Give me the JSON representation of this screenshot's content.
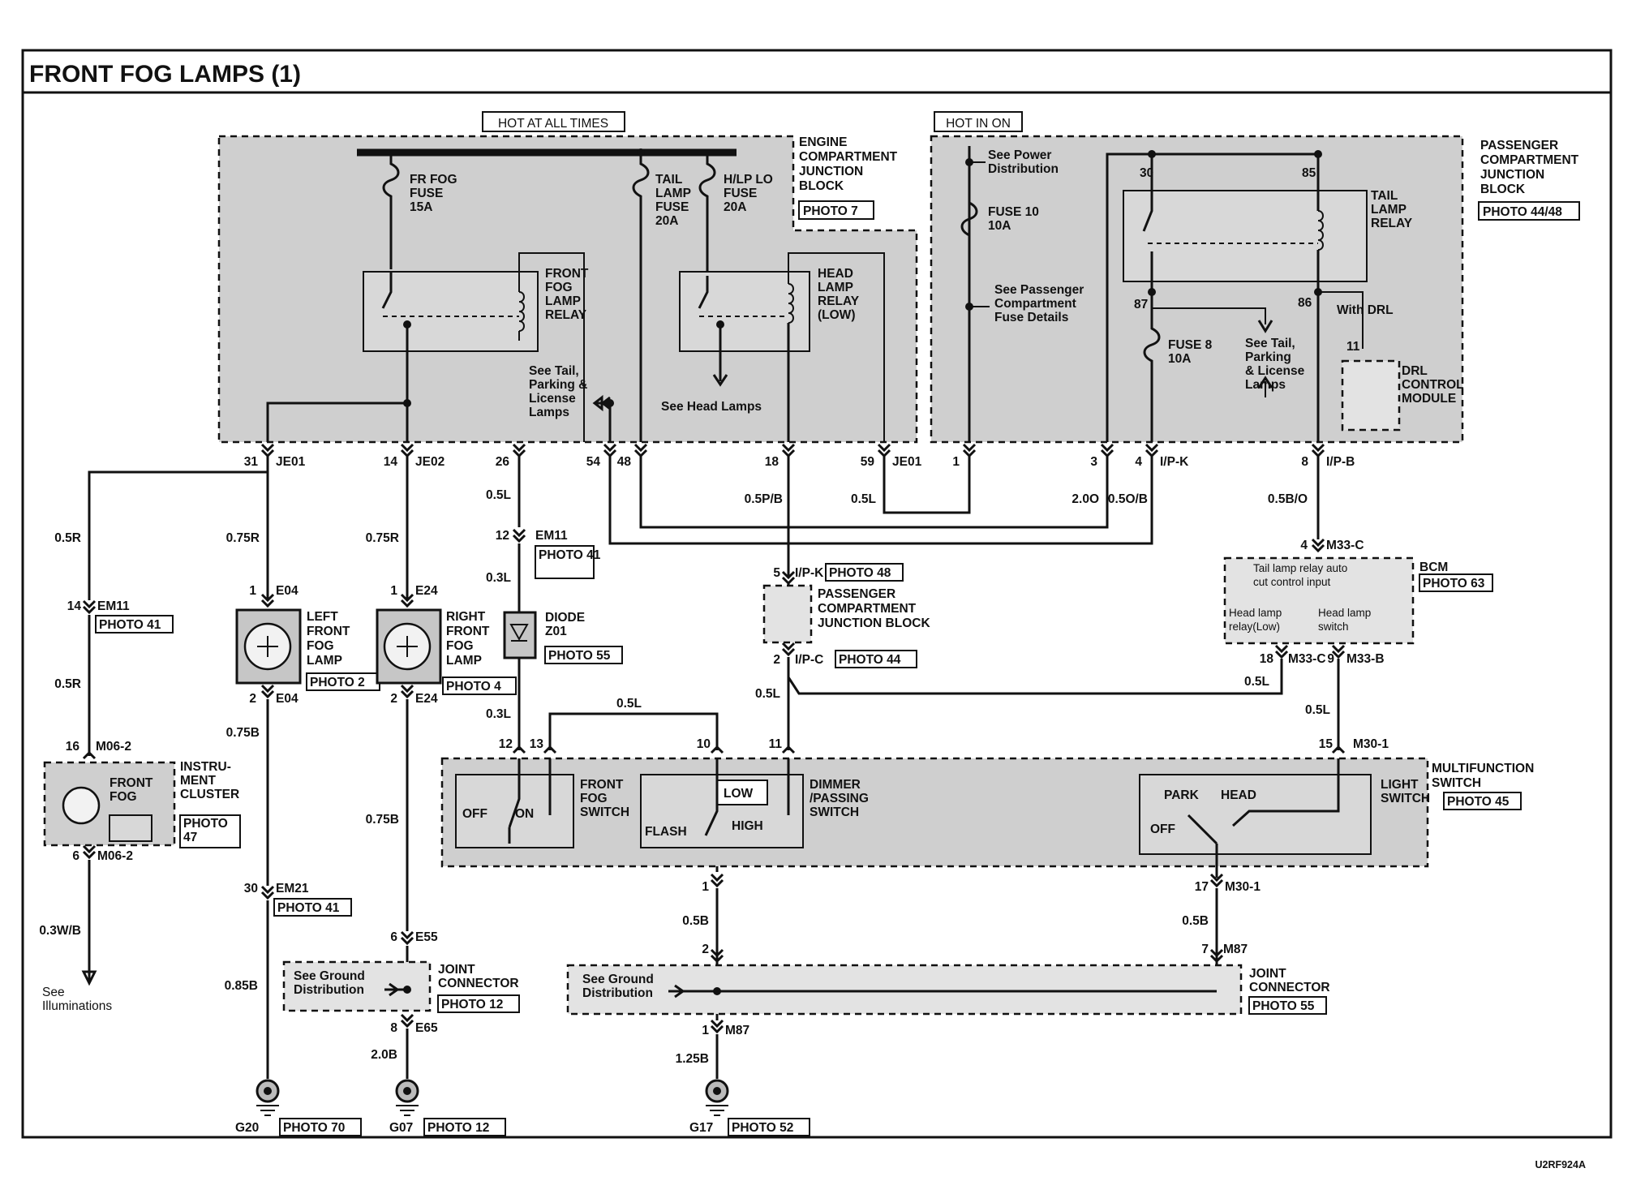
{
  "title": "FRONT FOG LAMPS (1)",
  "code": "U2RF924A",
  "supply": {
    "hot_all_times": "HOT AT ALL TIMES",
    "hot_in_on": "HOT IN ON"
  },
  "engine_jb": {
    "label": [
      "ENGINE",
      "COMPARTMENT",
      "JUNCTION",
      "BLOCK"
    ],
    "photo": "PHOTO 7",
    "fuses": [
      {
        "name": [
          "FR FOG",
          "FUSE",
          "15A"
        ]
      },
      {
        "name": [
          "TAIL",
          "LAMP",
          "FUSE",
          "20A"
        ]
      },
      {
        "name": [
          "H/LP LO",
          "FUSE",
          "20A"
        ]
      }
    ],
    "fog_relay": [
      "FRONT",
      "FOG",
      "LAMP",
      "RELAY"
    ],
    "head_relay": [
      "HEAD",
      "LAMP",
      "RELAY",
      "(LOW)"
    ],
    "see_tail": [
      "See Tail,",
      "Parking &",
      "License",
      "Lamps"
    ],
    "see_head": "See Head Lamps"
  },
  "pass_jb": {
    "label": [
      "PASSENGER",
      "COMPARTMENT",
      "JUNCTION",
      "BLOCK"
    ],
    "photo": "PHOTO 44/48",
    "see_power": [
      "See Power",
      "Distribution"
    ],
    "fuse10": [
      "FUSE 10",
      "10A"
    ],
    "see_pass_fuse": [
      "See Passenger",
      "Compartment",
      "Fuse Details"
    ],
    "tail_relay": [
      "TAIL",
      "LAMP",
      "RELAY"
    ],
    "fuse8": [
      "FUSE 8",
      "10A"
    ],
    "see_tail2": [
      "See Tail,",
      "Parking",
      "& License",
      "Lamps"
    ],
    "with_drl": "With DRL",
    "drl": [
      "DRL",
      "CONTROL",
      "MODULE"
    ],
    "pins": [
      "30",
      "85",
      "87",
      "86",
      "11"
    ]
  },
  "connectors": {
    "je01_31": "31",
    "je01_a": "JE01",
    "je02_14": "14",
    "je02": "JE02",
    "p26": "26",
    "p54": "54",
    "p48": "48",
    "p18": "18",
    "p59": "59",
    "je01_b": "JE01",
    "p1": "1",
    "p3": "3",
    "p4": "4",
    "ipk": "I/P-K",
    "p8": "8",
    "ipb": "I/P-B",
    "em11_12": "12",
    "em11": "EM11",
    "ipk5": "5",
    "ipk5_lbl": "I/P-K",
    "ipk5_photo": "PHOTO 48",
    "ipc2": "2",
    "ipc_lbl": "I/P-C",
    "ipc_photo": "PHOTO 44",
    "m33c_4": "4",
    "m33c": "M33-C",
    "m33c_18": "18",
    "m33c_b": "M33-C",
    "m33b_9": "9",
    "m33b": "M33-B",
    "m30_15": "15",
    "m30_1": "M30-1",
    "sw12": "12",
    "sw13": "13",
    "sw10": "10",
    "sw11": "11",
    "em11_14": "14",
    "em11_b": "EM11",
    "em11_photo": "PHOTO 41",
    "m06_16": "16",
    "m06_2": "M06-2",
    "m06_6": "6",
    "m06_2b": "M06-2",
    "e04_1": "1",
    "e04": "E04",
    "e04_2": "2",
    "e04b": "E04",
    "e24_1": "1",
    "e24": "E24",
    "e24_2": "2",
    "e24b": "E24",
    "em21_30": "30",
    "em21": "EM21",
    "em21_photo": "PHOTO 41",
    "e55_6": "6",
    "e55": "E55",
    "e65_8": "8",
    "e65": "E65",
    "sw_out1": "1",
    "jc_2": "2",
    "m87_1": "1",
    "m87": "M87",
    "m30_17": "17",
    "m30_1b": "M30-1",
    "m87_7": "7",
    "m87b": "M87"
  },
  "wires": {
    "w05r_a": "0.5R",
    "w075r_a": "0.75R",
    "w075r_b": "0.75R",
    "w05r_b": "0.5R",
    "w05l_a": "0.5L",
    "w03l_a": "0.3L",
    "w03l_b": "0.3L",
    "w05l_b": "0.5L",
    "w05pb": "0.5P/B",
    "w05l_c": "0.5L",
    "w20o": "2.0O",
    "w05ob": "0.5O/B",
    "w05bo": "0.5B/O",
    "w05l_d": "0.5L",
    "w05l_e": "0.5L",
    "w05l_f": "0.5L",
    "w075b_a": "0.75B",
    "w075b_b": "0.75B",
    "w085b": "0.85B",
    "w20b": "2.0B",
    "w03wb": "0.3W/B",
    "w05b_a": "0.5B",
    "w125b": "1.25B",
    "w05b_b": "0.5B"
  },
  "em11_photo_top": "PHOTO 41",
  "diode": {
    "label": [
      "DIODE",
      "Z01"
    ],
    "photo": "PHOTO 55"
  },
  "pass_jb2": {
    "label": [
      "PASSENGER",
      "COMPARTMENT",
      "JUNCTION BLOCK"
    ]
  },
  "bcm": {
    "label": "BCM",
    "photo": "PHOTO 63",
    "line1": [
      "Tail lamp relay auto",
      "cut control input"
    ],
    "hl_low": [
      "Head lamp",
      "relay(Low)"
    ],
    "hl_sw": [
      "Head lamp",
      "switch"
    ]
  },
  "left_lamp": {
    "label": [
      "LEFT",
      "FRONT",
      "FOG",
      "LAMP"
    ],
    "photo": "PHOTO 2"
  },
  "right_lamp": {
    "label": [
      "RIGHT",
      "FRONT",
      "FOG",
      "LAMP"
    ],
    "photo": "PHOTO 4"
  },
  "cluster": {
    "label": [
      "INSTRU-",
      "MENT",
      "CLUSTER"
    ],
    "photo": [
      "PHOTO",
      "47"
    ],
    "indicator": [
      "FRONT",
      "FOG"
    ]
  },
  "mfs": {
    "label": [
      "MULTIFUNCTION",
      "SWITCH"
    ],
    "photo": "PHOTO 45",
    "fog_switch": [
      "FRONT",
      "FOG",
      "SWITCH"
    ],
    "off": "OFF",
    "on": "ON",
    "dimmer": [
      "DIMMER",
      "/PASSING",
      "SWITCH"
    ],
    "low": "LOW",
    "high": "HIGH",
    "flash": "FLASH",
    "light_switch": [
      "LIGHT",
      "SWITCH"
    ],
    "park": "PARK",
    "head": "HEAD",
    "off2": "OFF"
  },
  "joint1": {
    "label": [
      "JOINT",
      "CONNECTOR"
    ],
    "photo": "PHOTO 12",
    "see": [
      "See Ground",
      "Distribution"
    ]
  },
  "joint2": {
    "label": [
      "JOINT",
      "CONNECTOR"
    ],
    "photo": "PHOTO 55",
    "see": [
      "See Ground",
      "Distribution"
    ]
  },
  "illum": [
    "See",
    "Illuminations"
  ],
  "grounds": [
    {
      "name": "G20",
      "photo": "PHOTO 70"
    },
    {
      "name": "G07",
      "photo": "PHOTO 12"
    },
    {
      "name": "G17",
      "photo": "PHOTO 52"
    }
  ]
}
